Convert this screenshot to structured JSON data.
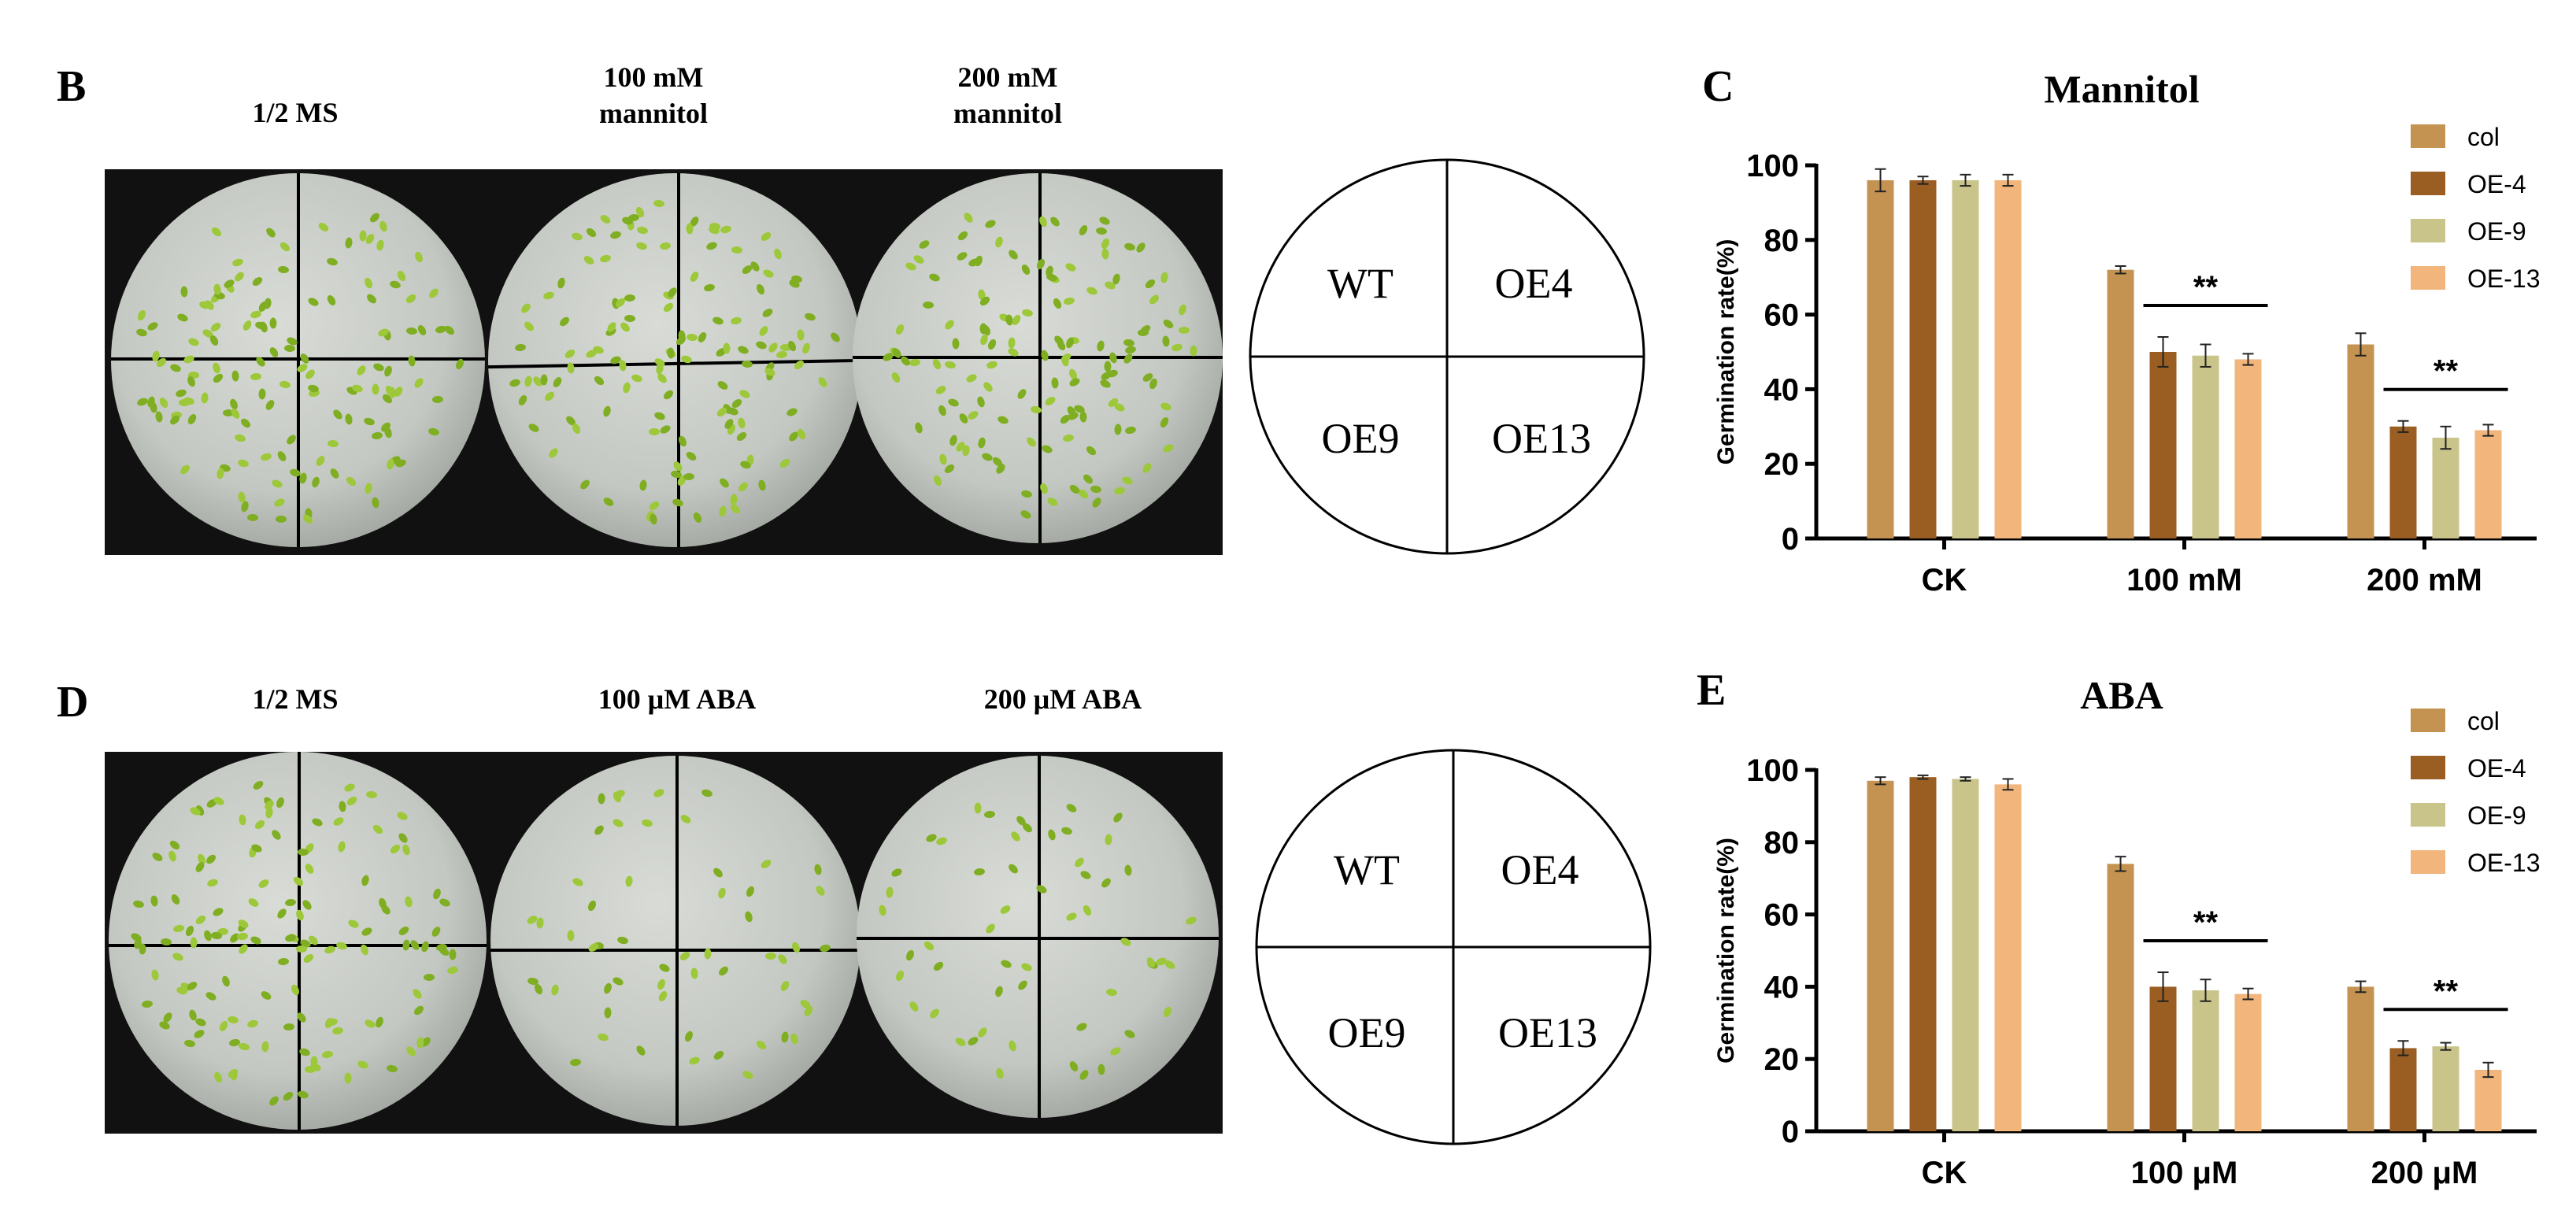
{
  "panels": {
    "B": {
      "letter": "B",
      "conditions": [
        {
          "line1": "1/2 MS",
          "line2": ""
        },
        {
          "line1": "100 mM",
          "line2": "mannitol"
        },
        {
          "line1": "200 mM",
          "line2": "mannitol"
        }
      ],
      "diagram": {
        "tl": "WT",
        "tr": "OE4",
        "bl": "OE9",
        "br": "OE13"
      }
    },
    "D": {
      "letter": "D",
      "conditions": [
        {
          "line1": "1/2 MS",
          "line2": ""
        },
        {
          "line1": "100 μM ABA",
          "line2": ""
        },
        {
          "line1": "200 μM ABA",
          "line2": ""
        }
      ],
      "diagram": {
        "tl": "WT",
        "tr": "OE4",
        "bl": "OE9",
        "br": "OE13"
      }
    },
    "C": {
      "letter": "C"
    },
    "E": {
      "letter": "E"
    }
  },
  "colors": {
    "col": "#c49352",
    "OE-4": "#9a5e22",
    "OE-9": "#c9c48a",
    "OE-13": "#f2b57c"
  },
  "chart_data": [
    {
      "type": "bar",
      "title": "Mannitol",
      "xlabel": "",
      "ylabel": "Germination rate(%)",
      "ylim": [
        0,
        100
      ],
      "yticks": [
        0,
        20,
        40,
        60,
        80,
        100
      ],
      "categories": [
        "CK",
        "100 mM",
        "200 mM"
      ],
      "legend_position": "top-right",
      "series": [
        {
          "name": "col",
          "values": [
            96,
            72,
            52
          ],
          "errors": [
            3,
            1,
            3
          ]
        },
        {
          "name": "OE-4",
          "values": [
            96,
            50,
            30
          ],
          "errors": [
            1,
            4,
            1.5
          ]
        },
        {
          "name": "OE-9",
          "values": [
            96,
            49,
            27
          ],
          "errors": [
            1.5,
            3,
            3
          ]
        },
        {
          "name": "OE-13",
          "values": [
            96,
            48,
            29
          ],
          "errors": [
            1.5,
            1.5,
            1.5
          ]
        }
      ],
      "significance": [
        {
          "category_index": 1,
          "label": "**"
        },
        {
          "category_index": 2,
          "label": "**"
        }
      ]
    },
    {
      "type": "bar",
      "title": "ABA",
      "xlabel": "",
      "ylabel": "Germination rate(%)",
      "ylim": [
        0,
        100
      ],
      "yticks": [
        0,
        20,
        40,
        60,
        80,
        100
      ],
      "categories": [
        "CK",
        "100 μM",
        "200 μM"
      ],
      "legend_position": "top-right",
      "series": [
        {
          "name": "col",
          "values": [
            97,
            74,
            40
          ],
          "errors": [
            1,
            2,
            1.5
          ]
        },
        {
          "name": "OE-4",
          "values": [
            98,
            40,
            23
          ],
          "errors": [
            0.5,
            4,
            2
          ]
        },
        {
          "name": "OE-9",
          "values": [
            97.5,
            39,
            23.5
          ],
          "errors": [
            0.5,
            3,
            1
          ]
        },
        {
          "name": "OE-13",
          "values": [
            96,
            38,
            17
          ],
          "errors": [
            1.5,
            1.5,
            2
          ]
        }
      ],
      "significance": [
        {
          "category_index": 1,
          "label": "**"
        },
        {
          "category_index": 2,
          "label": "**"
        }
      ]
    }
  ]
}
